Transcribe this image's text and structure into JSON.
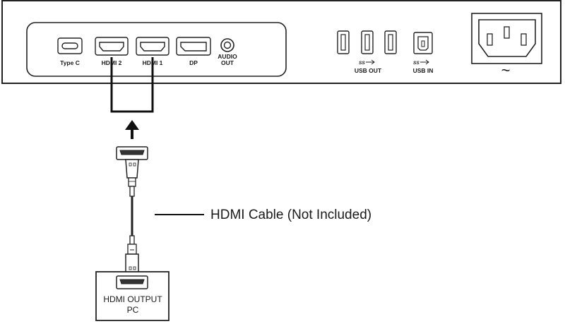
{
  "ports": {
    "type_c": "Type C",
    "hdmi2": "HDMI 2",
    "hdmi1": "HDMI 1",
    "dp": "DP",
    "audio_line1": "AUDIO",
    "audio_line2": "OUT",
    "usb_out": "USB OUT",
    "usb_in": "USB IN",
    "ss_logo": "SS"
  },
  "power": {
    "ac_symbol": "~"
  },
  "cable": {
    "label": "HDMI Cable (Not Included)"
  },
  "source": {
    "line1": "HDMI OUTPUT",
    "line2": "PC"
  }
}
